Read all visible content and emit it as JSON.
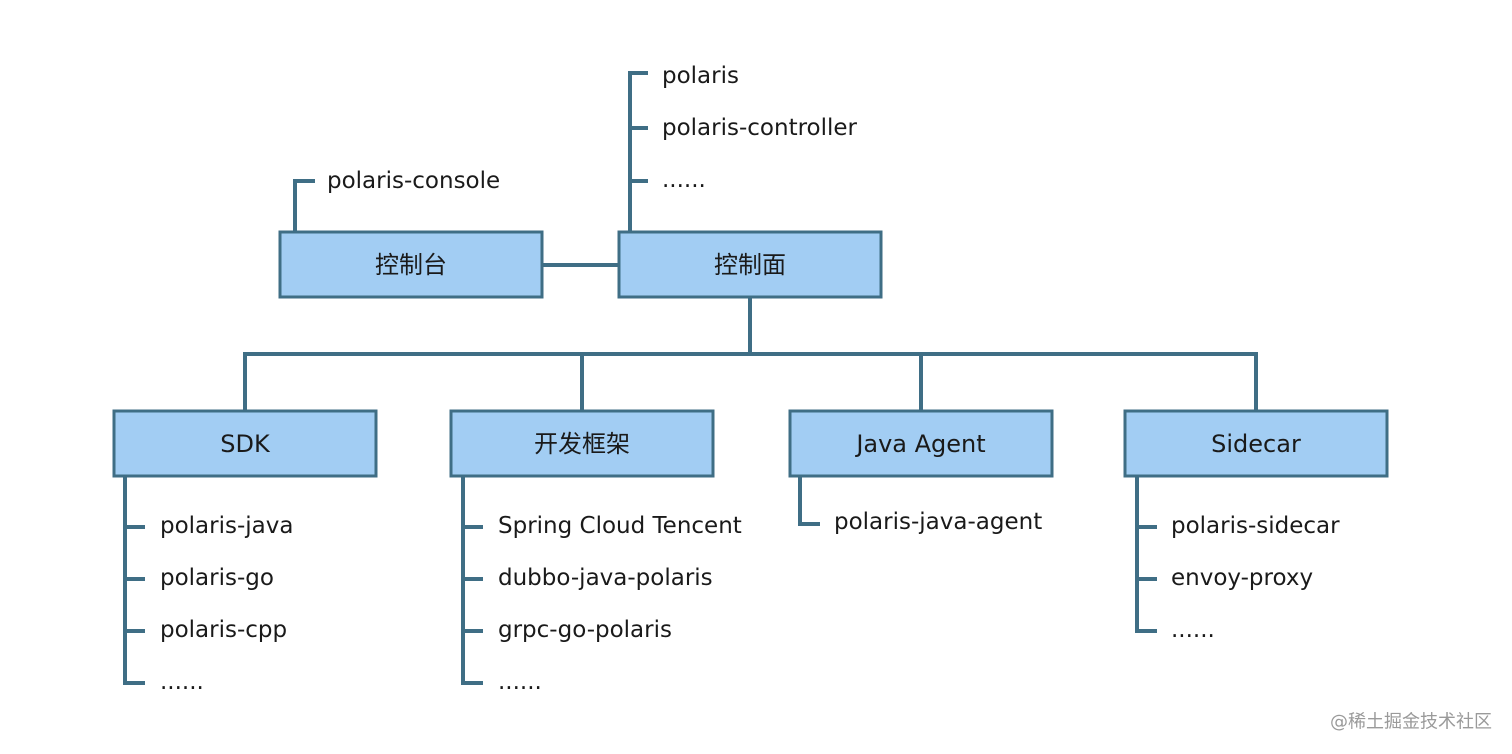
{
  "nodes": {
    "console": {
      "label": "控制台",
      "children": [
        "polaris-console"
      ]
    },
    "control_plane": {
      "label": "控制面",
      "children": [
        "polaris",
        "polaris-controller",
        "......"
      ]
    },
    "sdk": {
      "label": "SDK",
      "children": [
        "polaris-java",
        "polaris-go",
        "polaris-cpp",
        "......"
      ]
    },
    "framework": {
      "label": "开发框架",
      "children": [
        "Spring Cloud Tencent",
        "dubbo-java-polaris",
        "grpc-go-polaris",
        "......"
      ]
    },
    "java_agent": {
      "label": "Java Agent",
      "children": [
        "polaris-java-agent"
      ]
    },
    "sidecar": {
      "label": "Sidecar",
      "children": [
        "polaris-sidecar",
        "envoy-proxy",
        "......"
      ]
    }
  },
  "watermark": "@稀土掘金技术社区",
  "colors": {
    "box_fill": "#a2cdf3",
    "line": "#3f6e85"
  }
}
